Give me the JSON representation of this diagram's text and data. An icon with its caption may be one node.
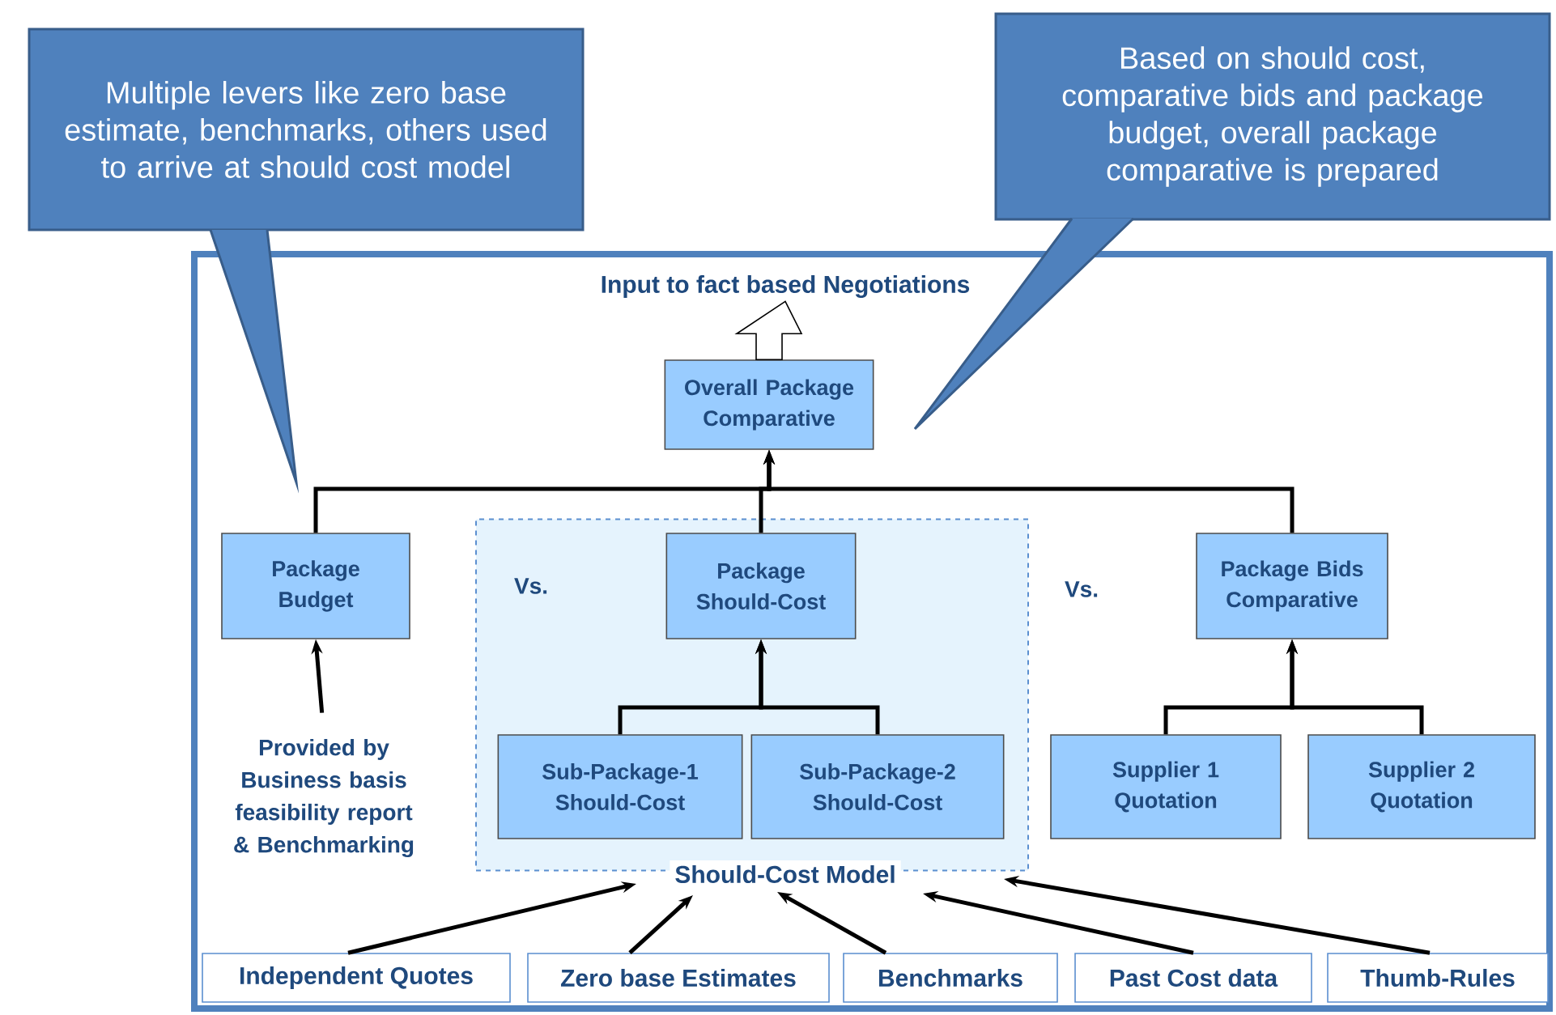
{
  "diagram": {
    "nodes": [
      {
        "text": [
          "Multiple levers like zero base estimate, benchmarks, others used to arrive at should cost model"
        ]
      },
      {
        "text": [
          "Based on should cost, comparative bids and package budget, overall package comparative is prepared"
        ]
      },
      {
        "text": [
          "Input to fact based Negotiations"
        ]
      },
      {
        "text": [
          "Overall Package Comparative"
        ]
      },
      {
        "text": [
          "Package Budget"
        ]
      },
      {
        "text": [
          "Should-Cost Model"
        ]
      },
      {
        "text": [
          "Package Should-Cost"
        ],
        "in": 5
      },
      {
        "text": [
          "Sub-Package-1 Should-Cost"
        ],
        "in": 5
      },
      {
        "text": [
          "Sub-Package-2 Should-Cost"
        ],
        "in": 5
      },
      {
        "text": [
          "Package Bids Comparative"
        ]
      },
      {
        "text": [
          "Supplier 1 Quotation"
        ]
      },
      {
        "text": [
          "Supplier 2 Quotation"
        ]
      },
      {
        "text": [
          "Provided by Business basis feasibility report & Benchmarking"
        ]
      },
      {
        "text": [
          "Independent Quotes"
        ]
      },
      {
        "text": [
          "Zero base Estimates"
        ]
      },
      {
        "text": [
          "Benchmarks"
        ]
      },
      {
        "text": [
          "Past Cost data"
        ]
      },
      {
        "text": [
          "Thumb-Rules"
        ]
      }
    ],
    "edges": [
      {
        "from": 3,
        "to": 2,
        "arrow": "to",
        "style": "thick"
      },
      {
        "from": 4,
        "to": 3,
        "arrow": "to"
      },
      {
        "from": 6,
        "to": 3,
        "arrow": "to"
      },
      {
        "from": 9,
        "to": 3,
        "arrow": "to"
      },
      {
        "from": 7,
        "to": 6,
        "arrow": "to"
      },
      {
        "from": 8,
        "to": 6,
        "arrow": "to"
      },
      {
        "from": 10,
        "to": 9,
        "arrow": "to"
      },
      {
        "from": 11,
        "to": 9,
        "arrow": "to"
      },
      {
        "from": 12,
        "to": 4,
        "arrow": "to"
      },
      {
        "from": 13,
        "to": 5,
        "arrow": "to"
      },
      {
        "from": 14,
        "to": 5,
        "arrow": "to"
      },
      {
        "from": 15,
        "to": 5,
        "arrow": "to"
      },
      {
        "from": 16,
        "to": 5,
        "arrow": "to"
      },
      {
        "from": 17,
        "to": 5,
        "arrow": "to"
      }
    ],
    "labels": [
      "Vs.",
      "Vs."
    ]
  }
}
